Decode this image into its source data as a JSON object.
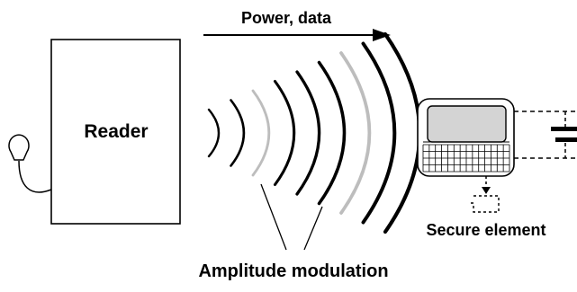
{
  "labels": {
    "arrow": "Power, data",
    "reader": "Reader",
    "secure_element": "Secure element",
    "modulation": "Amplitude modulation"
  },
  "waves": {
    "count": 9,
    "highlighted_indices": [
      2,
      6
    ],
    "colors": {
      "normal": "#000000",
      "highlight": "#bdbdbd"
    }
  },
  "icons": [
    "reader-box",
    "antenna-icon",
    "mobile-device-icon",
    "battery-icon",
    "secure-element-icon"
  ]
}
